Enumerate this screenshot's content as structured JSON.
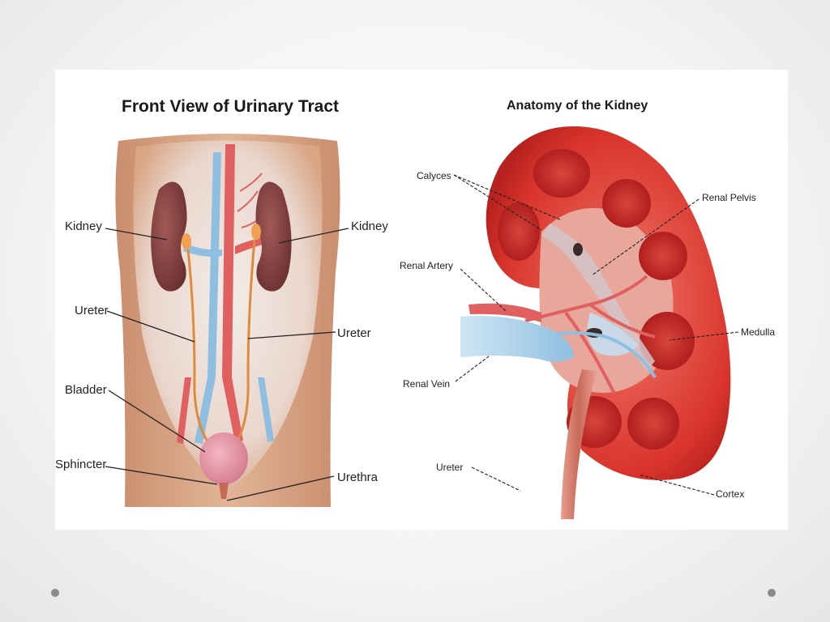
{
  "left_diagram": {
    "title": "Front View of Urinary Tract",
    "labels": {
      "kidney_left": "Kidney",
      "kidney_right": "Kidney",
      "ureter_left": "Ureter",
      "ureter_right": "Ureter",
      "bladder": "Bladder",
      "sphincter": "Sphincter",
      "urethra": "Urethra"
    }
  },
  "right_diagram": {
    "title": "Anatomy of the Kidney",
    "labels": {
      "calyces": "Calyces",
      "renal_pelvis": "Renal Pelvis",
      "renal_artery": "Renal Artery",
      "renal_vein": "Renal Vein",
      "medulla": "Medulla",
      "ureter": "Ureter",
      "cortex": "Cortex"
    }
  },
  "colors": {
    "kidney_outer": "#d6332c",
    "kidney_inner": "#e8a79b",
    "pyramid": "#b81f1f",
    "artery": "#e06060",
    "vein": "#8fbfe0",
    "skin": "#d9a585",
    "kidney_brown": "#7a3a3a"
  }
}
